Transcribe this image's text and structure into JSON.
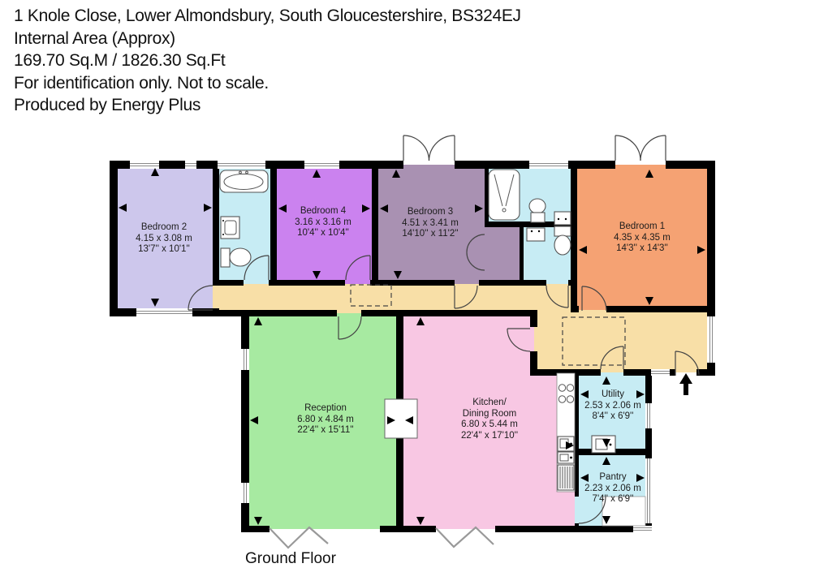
{
  "header": {
    "line1": "1 Knole Close, Lower Almondsbury, South Gloucestershire, BS324EJ",
    "line2": "Internal Area (Approx)",
    "line3": "169.70 Sq.M / 1826.30 Sq.Ft",
    "line4": "For identification only. Not to scale.",
    "line5": "Produced by Energy Plus"
  },
  "floor_label": "Ground Floor",
  "rooms": [
    {
      "id": "bedroom-2",
      "name": "Bedroom 2",
      "metric": "4.15 x 3.08 m",
      "imperial": "13'7'' x 10'1''",
      "color": "#cdc7ec"
    },
    {
      "id": "bedroom-4",
      "name": "Bedroom 4",
      "metric": "3.16 x 3.16 m",
      "imperial": "10'4'' x 10'4''",
      "color": "#cb82ef"
    },
    {
      "id": "bedroom-3",
      "name": "Bedroom 3",
      "metric": "4.51 x 3.41 m",
      "imperial": "14'10'' x 11'2''",
      "color": "#a991b2"
    },
    {
      "id": "bedroom-1",
      "name": "Bedroom 1",
      "metric": "4.35 x 4.35 m",
      "imperial": "14'3'' x 14'3''",
      "color": "#f5a273"
    },
    {
      "id": "reception",
      "name": "Reception",
      "metric": "6.80 x 4.84 m",
      "imperial": "22'4'' x 15'11''",
      "color": "#a7eaa1"
    },
    {
      "id": "kitchen-dining",
      "name": "Kitchen/",
      "name2": "Dining Room",
      "metric": "6.80 x 5.44 m",
      "imperial": "22'4'' x 17'10''",
      "color": "#f8c7e3"
    },
    {
      "id": "utility",
      "name": "Utility",
      "metric": "2.53 x 2.06 m",
      "imperial": "8'4'' x 6'9''",
      "color": "#c7ecf4"
    },
    {
      "id": "pantry",
      "name": "Pantry",
      "metric": "2.23 x 2.06 m",
      "imperial": "7'4'' x 6'9''",
      "color": "#c7ecf4"
    }
  ],
  "colors": {
    "walls": "#000000",
    "bathroom": "#c7ecf4",
    "hallway": "#f8dfa7",
    "window_line": "#8a8a8a"
  }
}
